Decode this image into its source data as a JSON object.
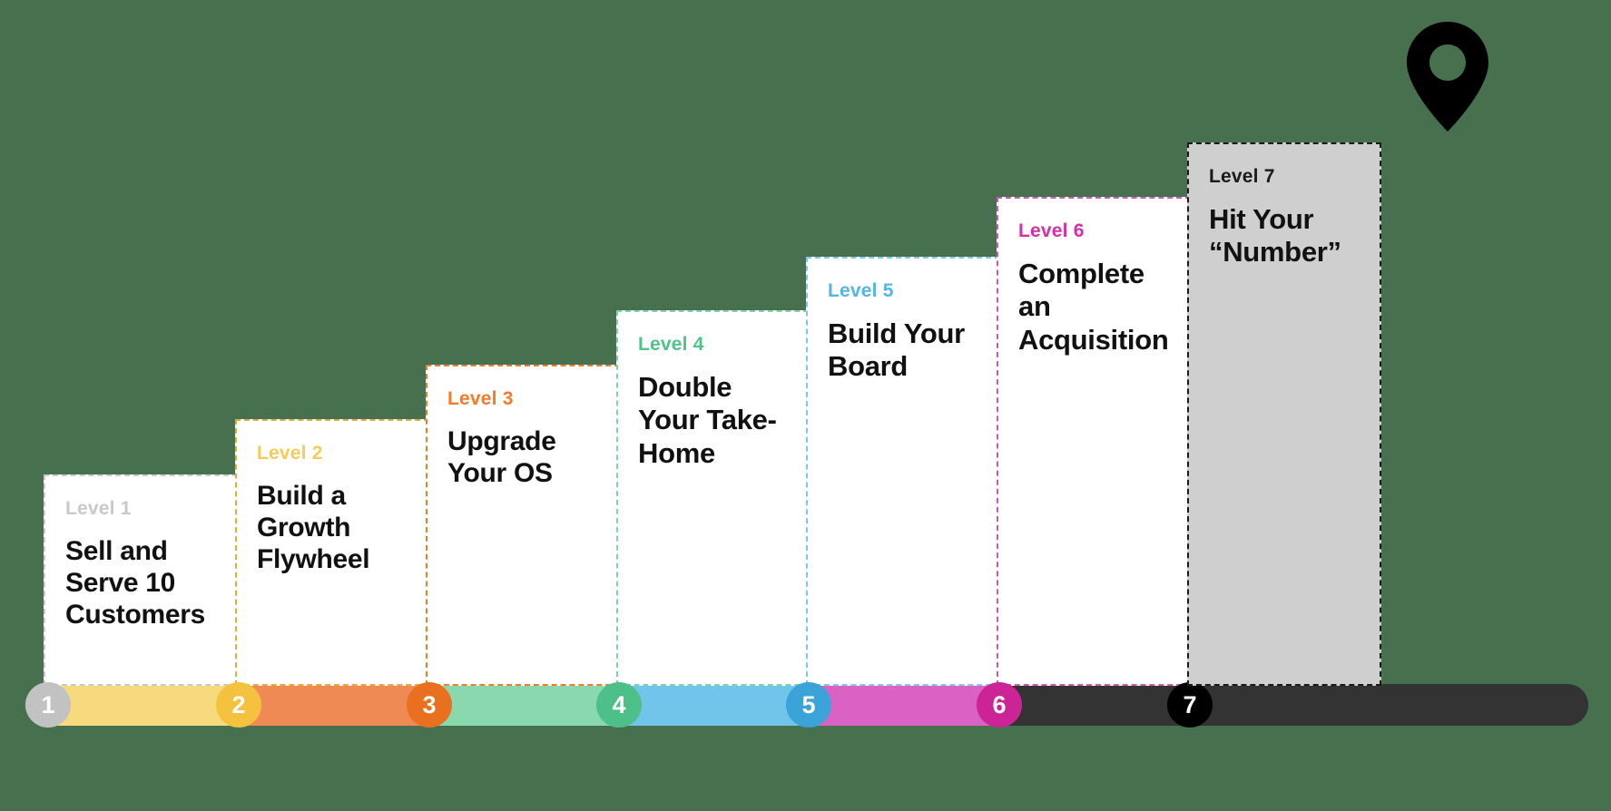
{
  "background_color": "#47714e",
  "steps": [
    {
      "level_label": "Level 1",
      "title": "Sell and Serve 10 Customers",
      "accent": "#c9c9c9",
      "border": "#c9c9c9",
      "card_bg": "#ffffff",
      "marker_number": "1",
      "marker_color": "#c2c2c2",
      "bar_color": "#d8d8d8"
    },
    {
      "level_label": "Level 2",
      "title": "Build a Growth Flywheel",
      "accent": "#f8cb56",
      "border": "#e8a93c",
      "card_bg": "#ffffff",
      "marker_number": "2",
      "marker_color": "#f5c23f",
      "bar_color": "#f7da7e"
    },
    {
      "level_label": "Level 3",
      "title": "Upgrade Your OS",
      "accent": "#f47b28",
      "border": "#ef7b2c",
      "card_bg": "#ffffff",
      "marker_number": "3",
      "marker_color": "#e8701f",
      "bar_color": "#f08a55"
    },
    {
      "level_label": "Level 4",
      "title": "Double Your Take-Home",
      "accent": "#4dc58a",
      "border": "#7fd3ab",
      "card_bg": "#ffffff",
      "marker_number": "4",
      "marker_color": "#4cc088",
      "bar_color": "#8ad9ae"
    },
    {
      "level_label": "Level 5",
      "title": "Build Your Board",
      "accent": "#54b6e4",
      "border": "#7ec9e9",
      "card_bg": "#ffffff",
      "marker_number": "5",
      "marker_color": "#3ba3d8",
      "bar_color": "#72c5ea"
    },
    {
      "level_label": "Level 6",
      "title": "Complete an Acquisition",
      "accent": "#d62fa8",
      "border": "#c85bb4",
      "card_bg": "#ffffff",
      "marker_number": "6",
      "marker_color": "#cc2396",
      "bar_color": "#d962c4"
    },
    {
      "level_label": "Level 7",
      "title": "Hit Your “Number”",
      "accent": "#1a1a1a",
      "border": "#1a1a1a",
      "card_bg": "#cfcfcf",
      "marker_number": "7",
      "marker_color": "#000000",
      "bar_color": "#333333"
    }
  ],
  "icons": {
    "destination_pin": "map-pin-icon"
  }
}
